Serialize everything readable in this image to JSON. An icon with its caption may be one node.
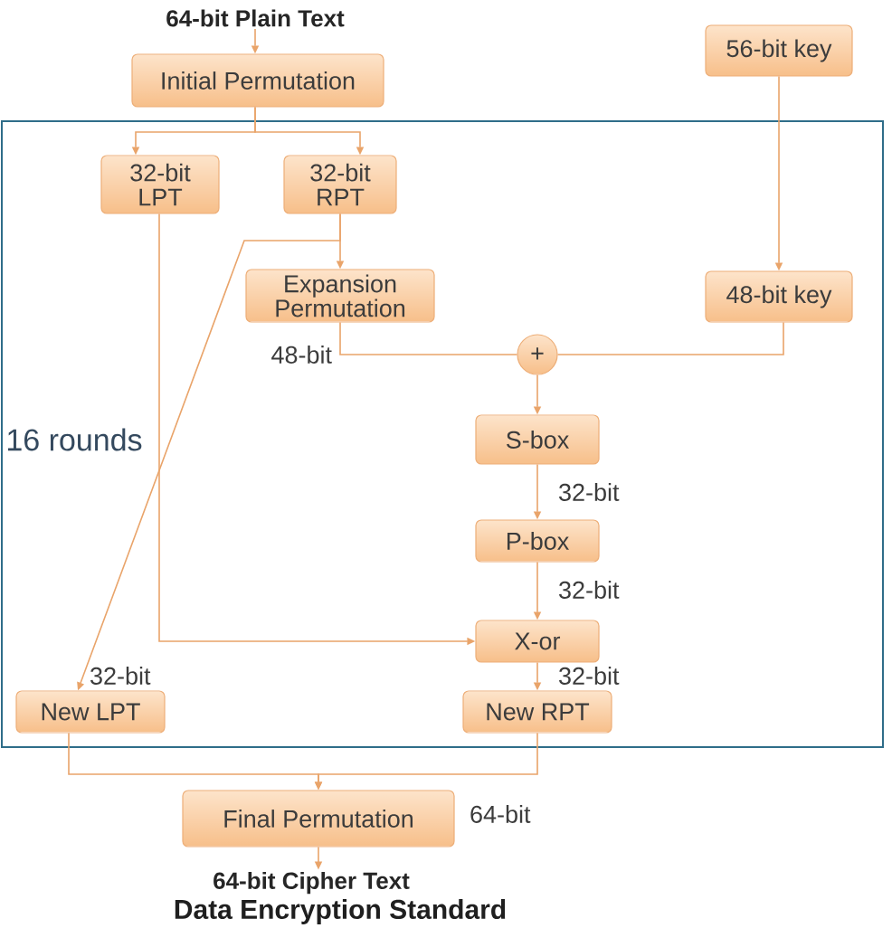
{
  "diagram": {
    "caption": "Data Encryption Standard",
    "nodes": [
      {
        "text": [
          "64-bit Plain Text"
        ]
      },
      {
        "text": [
          "Initial Permutation"
        ]
      },
      {
        "text": [
          "56-bit key"
        ]
      },
      {
        "text": [
          "16 rounds"
        ]
      },
      {
        "text": [
          "32-bit LPT"
        ],
        "in": 3
      },
      {
        "text": [
          "32-bit RPT"
        ],
        "in": 3
      },
      {
        "text": [
          "Expansion Permutation"
        ],
        "in": 3
      },
      {
        "text": [
          "48-bit key"
        ],
        "in": 3
      },
      {
        "text": [
          "+"
        ],
        "in": 3
      },
      {
        "text": [
          "S-box"
        ],
        "in": 3
      },
      {
        "text": [
          "P-box"
        ],
        "in": 3
      },
      {
        "text": [
          "X-or"
        ],
        "in": 3
      },
      {
        "text": [
          "New LPT"
        ],
        "in": 3
      },
      {
        "text": [
          "New RPT"
        ],
        "in": 3
      },
      {
        "text": [
          "Final Permutation"
        ],
        "beside": [
          "64-bit"
        ]
      },
      {
        "text": [
          "64-bit Cipher Text"
        ]
      }
    ],
    "edges": [
      {
        "from": 0,
        "to": 1,
        "arrow": "to"
      },
      {
        "from": 1,
        "to": 4,
        "arrow": "to"
      },
      {
        "from": 1,
        "to": 5,
        "arrow": "to"
      },
      {
        "from": 5,
        "to": 6,
        "arrow": "to"
      },
      {
        "from": 5,
        "to": 12,
        "arrow": "to",
        "label": "32-bit"
      },
      {
        "from": 4,
        "to": 11,
        "arrow": "to"
      },
      {
        "from": 2,
        "to": 7,
        "arrow": "to"
      },
      {
        "from": 6,
        "to": 8,
        "arrow": "none",
        "label": "48-bit"
      },
      {
        "from": 7,
        "to": 8,
        "arrow": "none"
      },
      {
        "from": 8,
        "to": 9,
        "arrow": "to"
      },
      {
        "from": 9,
        "to": 10,
        "arrow": "to",
        "label": "32-bit"
      },
      {
        "from": 10,
        "to": 11,
        "arrow": "to",
        "label": "32-bit"
      },
      {
        "from": 11,
        "to": 13,
        "arrow": "to",
        "label": "32-bit"
      },
      {
        "from": 12,
        "to": 14,
        "arrow": "to"
      },
      {
        "from": 13,
        "to": 14,
        "arrow": "to"
      },
      {
        "from": 14,
        "to": 15,
        "arrow": "to"
      }
    ]
  }
}
